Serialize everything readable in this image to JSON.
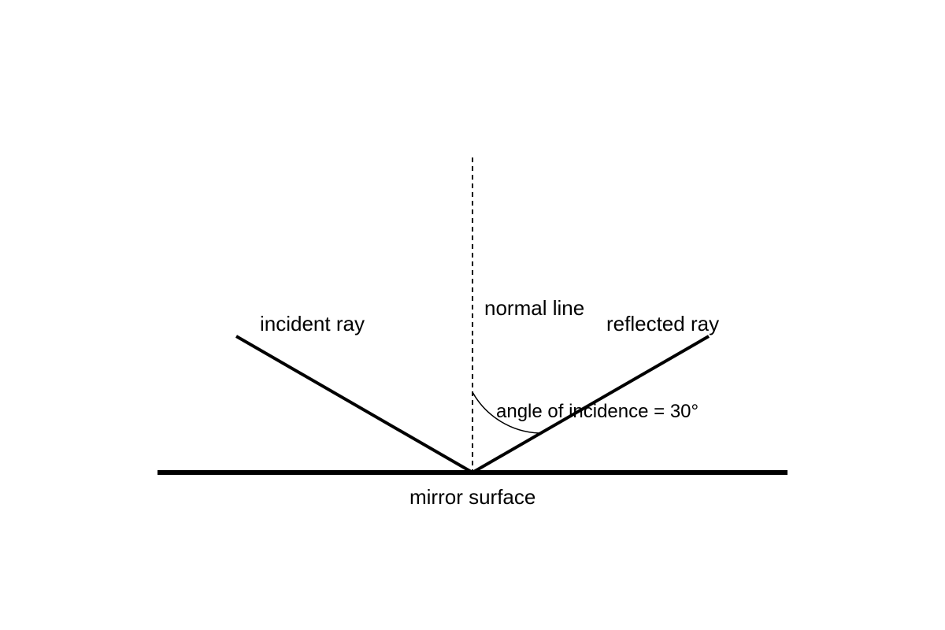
{
  "diagram": {
    "labels": {
      "incident_ray": "incident ray",
      "normal_line": "normal line",
      "reflected_ray": "reflected ray",
      "angle": "angle of incidence = 30°",
      "mirror_surface": "mirror surface"
    },
    "colors": {
      "ink": "#000000",
      "background": "#ffffff"
    }
  }
}
